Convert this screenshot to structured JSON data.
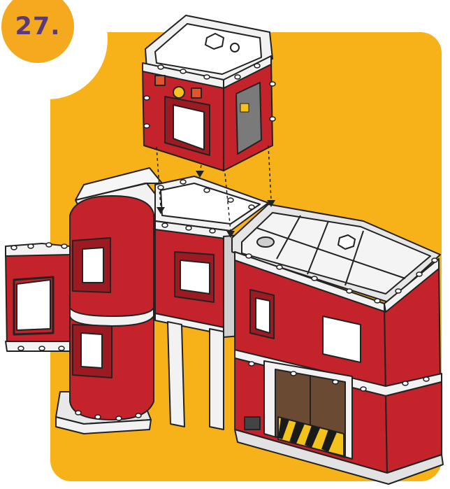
{
  "step": {
    "label": "27."
  },
  "colors": {
    "background_panel": "#F7B219",
    "badge_fill": "#F5A91E",
    "step_text": "#5B3A79",
    "wall_red": "#C4232B",
    "wall_red_dark": "#9C1A22",
    "frame_white": "#F2F2F2",
    "outline": "#222222",
    "door_brown": "#6B4A33",
    "door_gray": "#7A7A7A",
    "light_yellow": "#F6C21B",
    "light_orange": "#E0552B",
    "hazard_yellow": "#F3C21B"
  },
  "icons": [
    "connector-peg",
    "vent-grille",
    "hex-socket",
    "hazard-stripes",
    "alignment-arrow"
  ]
}
